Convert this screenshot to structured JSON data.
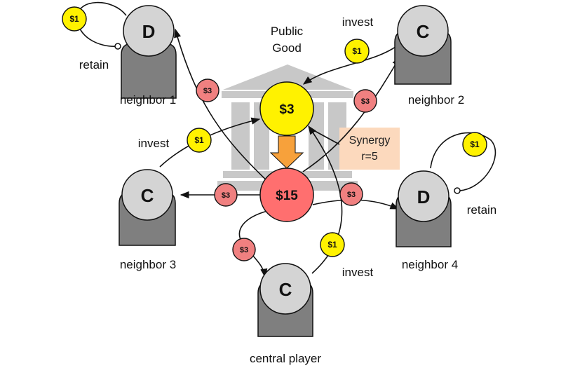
{
  "colors": {
    "cooperator_fill": "#d4d4d4",
    "body_fill": "#7f7f7f",
    "investment_coin": "#fff200",
    "payout_coin": "#f08080",
    "pool": "#ff6f6f",
    "public_good": "#fff200",
    "synergy_bg": "#fcd9bd",
    "synergy_arrow": "#f7a13b",
    "building": "#c8c8c8"
  },
  "diagram": {
    "public_good_label_line1": "Public",
    "public_good_label_line2": "Good",
    "public_good_amount": "$3",
    "pool_amount": "$15",
    "synergy_line1": "Synergy",
    "synergy_line2": "r=5",
    "players": {
      "neighbor1": {
        "name": "neighbor 1",
        "strategy": "D"
      },
      "neighbor2": {
        "name": "neighbor 2",
        "strategy": "C"
      },
      "neighbor3": {
        "name": "neighbor 3",
        "strategy": "C"
      },
      "neighbor4": {
        "name": "neighbor 4",
        "strategy": "D"
      },
      "central": {
        "name": "central player",
        "strategy": "C"
      }
    },
    "actions": {
      "retain_n1": "retain",
      "invest_n2": "invest",
      "invest_n3": "invest",
      "retain_n4": "retain",
      "invest_central": "invest"
    },
    "coins": {
      "invest_amount": "$1",
      "payout_amount": "$3"
    }
  }
}
